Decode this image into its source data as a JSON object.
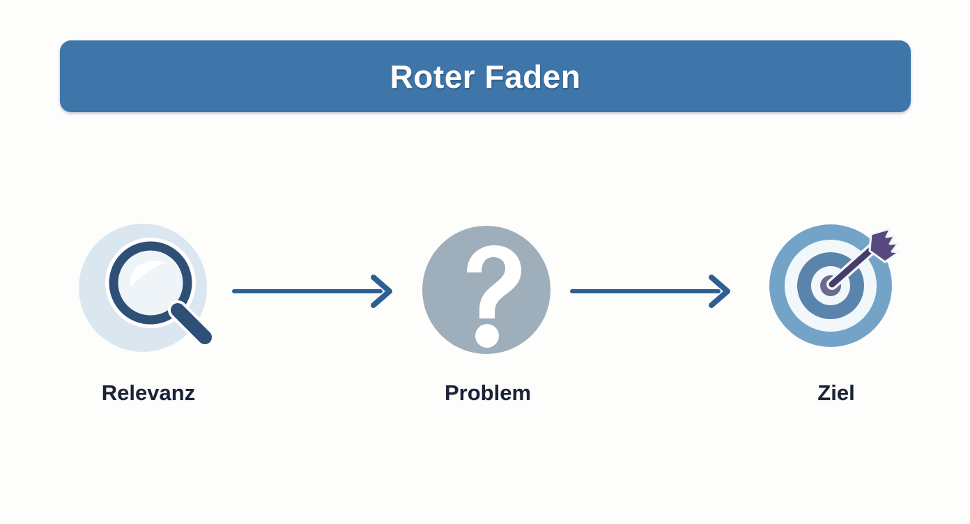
{
  "header": {
    "title": "Roter Faden",
    "bar_color": "#3f76a9",
    "text_color": "#ffffff"
  },
  "page": {
    "background_color": "#fdfdfc",
    "label_color": "#1b2336"
  },
  "diagram": {
    "type": "process-flow",
    "direction": "left-to-right",
    "steps": [
      {
        "label": "Relevanz",
        "icon": "magnifier-icon",
        "icon_colors": {
          "backdrop": "#dbe7f0",
          "ring": "#2e4f76",
          "lens": "#eef4f8",
          "highlight": "#ffffff"
        }
      },
      {
        "label": "Problem",
        "icon": "question-mark-icon",
        "icon_colors": {
          "circle": "#9faebb",
          "glyph": "#ffffff"
        }
      },
      {
        "label": "Ziel",
        "icon": "target-arrow-icon",
        "icon_colors": {
          "outer_ring": "#74a3c8",
          "white_ring": "#f2f7fa",
          "mid_ring": "#5b84ad",
          "bullseye": "#6b6b8e",
          "arrow": "#56497e"
        }
      }
    ],
    "connectors": [
      {
        "name": "arrow-relevanz-to-problem",
        "from": "Relevanz",
        "to": "Problem",
        "style": "chevron-arrow",
        "color": "#2e5f94"
      },
      {
        "name": "arrow-problem-to-ziel",
        "from": "Problem",
        "to": "Ziel",
        "style": "chevron-arrow",
        "color": "#2e5f94"
      }
    ]
  }
}
